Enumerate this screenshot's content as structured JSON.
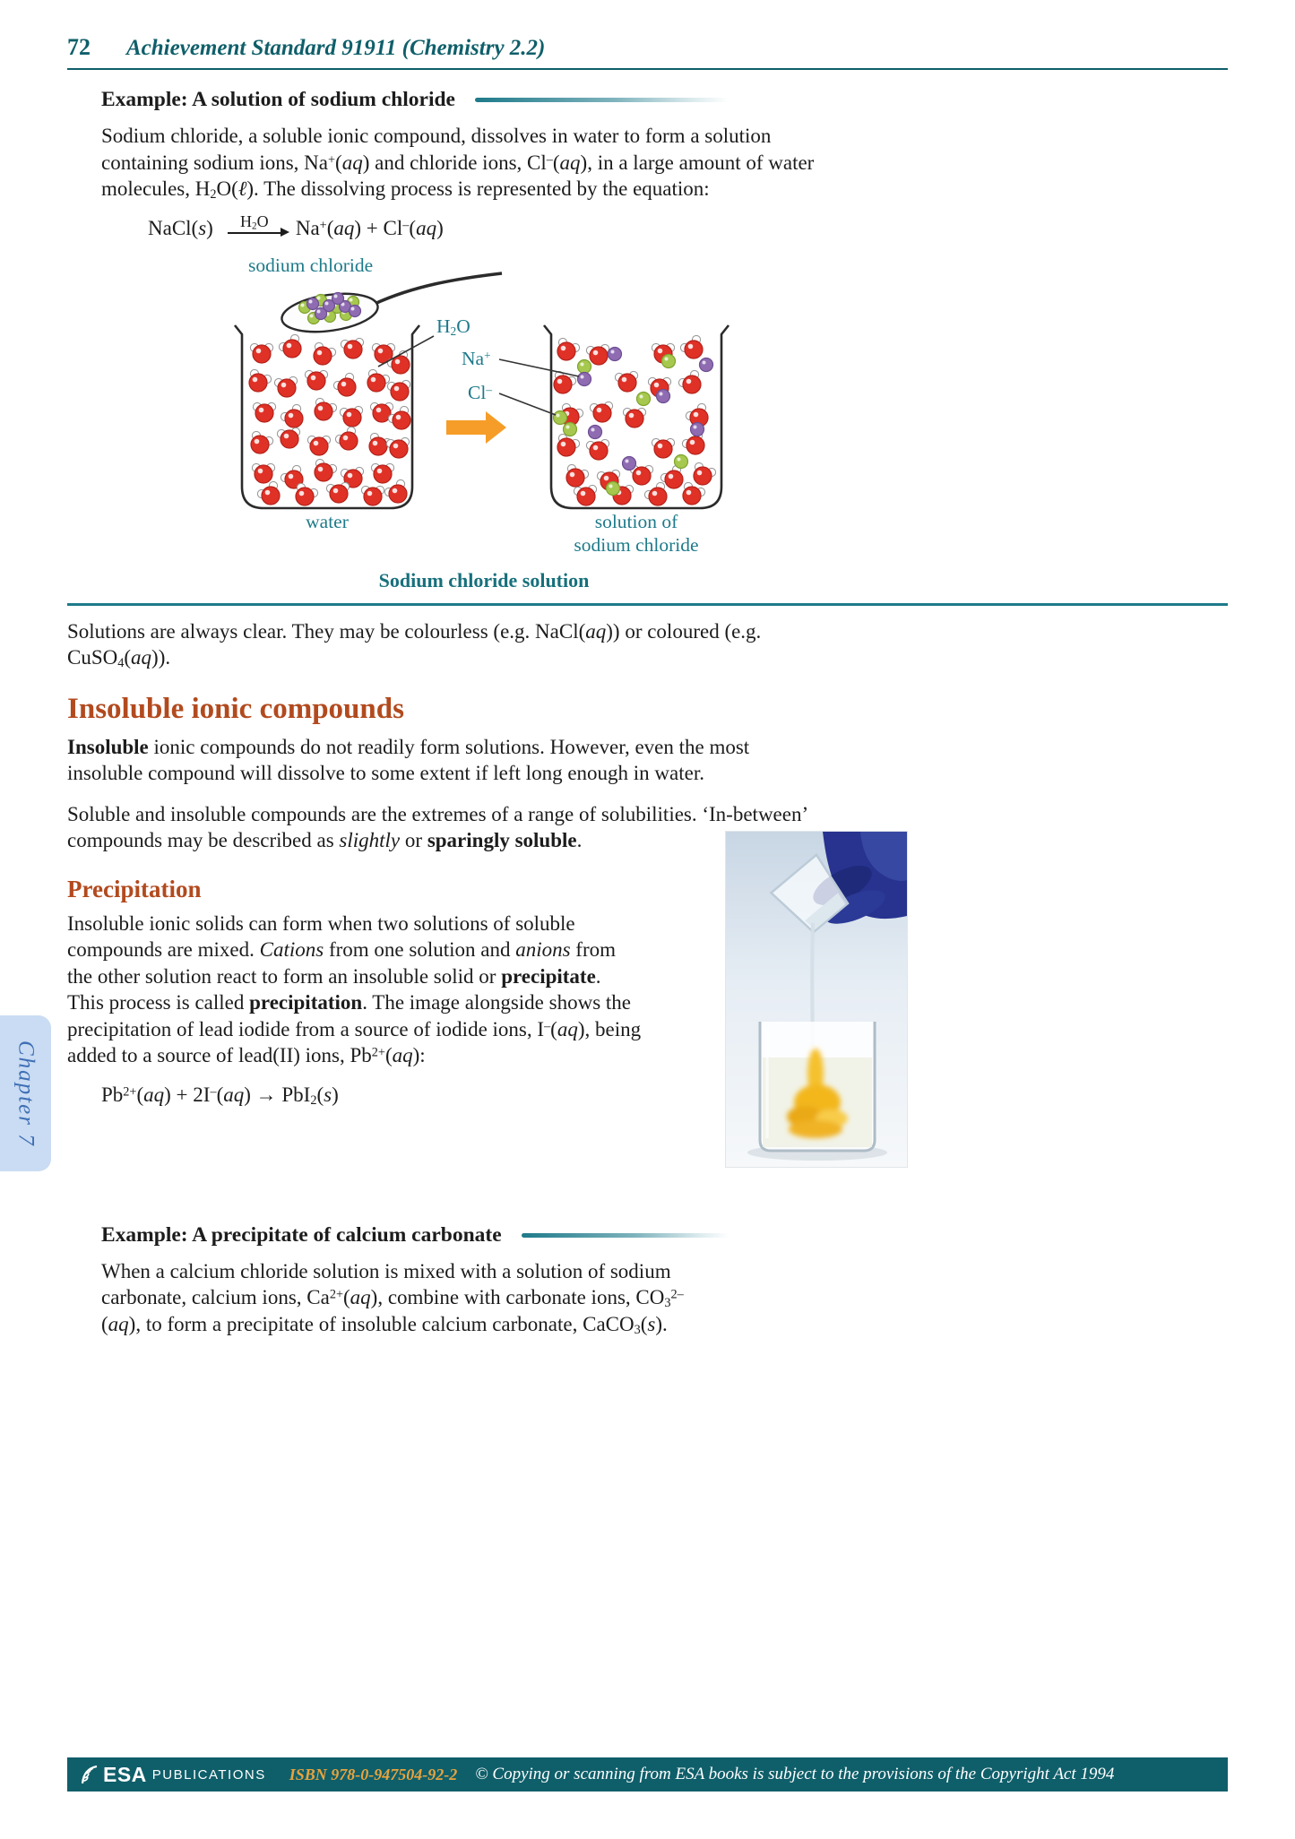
{
  "header": {
    "page_number": "72",
    "title": "Achievement Standard 91911 (Chemistry 2.2)"
  },
  "example1": {
    "title": "Example: A solution of sodium chloride",
    "paragraph": [
      "Sodium chloride, a soluble ionic compound, dissolves in water to form a solution",
      "containing sodium ions, Na<sup>+</sup>(<i>aq</i>) and chloride ions, Cl<sup>–</sup>(<i>aq</i>), in a large amount of water",
      "molecules, H<sub>2</sub>O(<i>ℓ</i>). The dissolving process is represented by the equation:"
    ],
    "equation": {
      "left": "NaCl(<i>s</i>)",
      "arrow_label": "H<sub>2</sub>O",
      "right": "Na<sup>+</sup>(<i>aq</i>) + Cl<sup>–</sup>(<i>aq</i>)"
    },
    "diagram": {
      "label_sodium_chloride": "sodium chloride",
      "label_h2o": "H<sub>2</sub>O",
      "label_na": "Na<sup>+</sup>",
      "label_cl": "Cl<sup>–</sup>",
      "label_water": "water",
      "label_solution": [
        "solution of",
        "sodium chloride"
      ],
      "caption": "Sodium chloride solution"
    }
  },
  "solutions_paragraph": [
    "Solutions are always clear. They may be colourless (e.g. NaCl(<i>aq</i>)) or coloured (e.g.",
    "CuSO<sub>4</sub>(<i>aq</i>))."
  ],
  "insoluble_section": {
    "heading": "Insoluble ionic compounds",
    "para1": [
      "<b>Insoluble</b> ionic compounds do not readily form solutions. However, even the most",
      "insoluble compound will dissolve to some extent if left long enough in water."
    ],
    "para2": [
      "Soluble and insoluble compounds are the extremes of a range of solubilities. ‘In-between’",
      "compounds may be described as <i>slightly</i> or <b>sparingly soluble</b>."
    ]
  },
  "precipitation_section": {
    "heading": "Precipitation",
    "paragraph": [
      "Insoluble ionic solids can form when two solutions of soluble",
      "compounds are mixed. <i>Cations</i> from one solution and <i>anions</i> from",
      "the other solution react to form an insoluble solid or <b>precipitate</b>.",
      "This process is called <b>precipitation</b>. The image alongside shows the",
      "precipitation of lead iodide from a source of iodide ions, I<sup>–</sup>(<i>aq</i>), being",
      "added to a source of lead(II) ions, Pb<sup>2+</sup>(<i>aq</i>):"
    ],
    "equation": "Pb<sup>2+</sup>(<i>aq</i>) + 2I<sup>–</sup>(<i>aq</i>) → PbI<sub>2</sub>(<i>s</i>)"
  },
  "chapter_tab": "Chapter 7",
  "example2": {
    "title": "Example: A precipitate of calcium carbonate",
    "paragraph": [
      "When a calcium chloride solution is mixed with a solution of sodium",
      "carbonate, calcium ions, Ca<sup>2+</sup>(<i>aq</i>), combine with carbonate ions, CO<sub>3</sub><sup>2–</sup>",
      "(<i>aq</i>), to form a precipitate of insoluble calcium carbonate, CaCO<sub>3</sub>(<i>s</i>)."
    ]
  },
  "footer": {
    "logo_esa": "ESA",
    "logo_publications": "PUBLICATIONS",
    "isbn": "ISBN 978-0-947504-92-2",
    "copyright": "© Copying or scanning from ESA books is subject to the provisions of the Copyright Act 1994"
  },
  "colors": {
    "teal": "#1e7a8a",
    "teal_dark": "#0f5f6a",
    "rust": "#b24a1e",
    "mol_red": "#e03127",
    "ion_green": "#a6c84e",
    "ion_purple": "#8f6cb2",
    "arrow_orange": "#f59d28",
    "tab_bg": "#c9dcf3",
    "tab_text": "#3f6fb5",
    "footer_bg": "#0f5f6a",
    "isbn_gold": "#e8a33d"
  }
}
